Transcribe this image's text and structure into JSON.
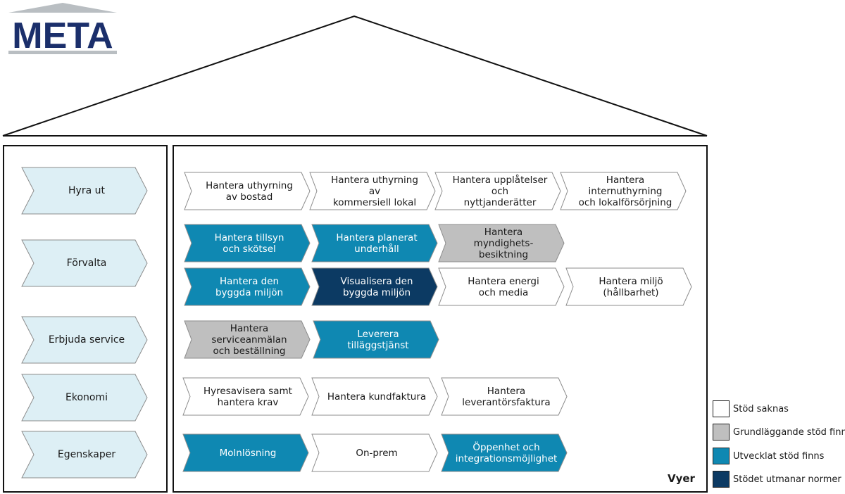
{
  "brand": {
    "logo_text": "META"
  },
  "colors": {
    "none": "#ffffff",
    "basic": "#bfbfbf",
    "developed": "#0f88b2",
    "leading": "#0c3a63",
    "category": "#ddeff5",
    "logo_roof": "#b9bec2",
    "logo_text": "#1b2f6b",
    "stroke": "#8c8c8c"
  },
  "categories": [
    {
      "label": "Hyra ut"
    },
    {
      "label": "Förvalta"
    },
    {
      "label": "Erbjuda service"
    },
    {
      "label": "Ekonomi"
    },
    {
      "label": "Egenskaper"
    }
  ],
  "processes": [
    {
      "label": "Hantera uthyrning\nav bostad",
      "level": "none"
    },
    {
      "label": "Hantera uthyrning av\nkommersiell lokal",
      "level": "none"
    },
    {
      "label": "Hantera upplåtelser och\nnyttjanderätter",
      "level": "none"
    },
    {
      "label": "Hantera internuthyrning\noch lokalförsörjning",
      "level": "none"
    },
    {
      "label": "Hantera tillsyn\noch skötsel",
      "level": "developed"
    },
    {
      "label": "Hantera planerat\nunderhåll",
      "level": "developed"
    },
    {
      "label": "Hantera myndighets-\nbesiktning",
      "level": "basic"
    },
    {
      "label": "Hantera den\nbyggda miljön",
      "level": "developed"
    },
    {
      "label": "Visualisera den\nbyggda miljön",
      "level": "leading"
    },
    {
      "label": "Hantera energi\noch media",
      "level": "none"
    },
    {
      "label": "Hantera miljö\n(hållbarhet)",
      "level": "none"
    },
    {
      "label": "Hantera serviceanmälan\noch beställning",
      "level": "basic"
    },
    {
      "label": "Leverera\ntilläggstjänst",
      "level": "developed"
    },
    {
      "label": "Hyresavisera samt\nhantera krav",
      "level": "none"
    },
    {
      "label": "Hantera kundfaktura",
      "level": "none"
    },
    {
      "label": "Hantera\nleverantörsfaktura",
      "level": "none"
    },
    {
      "label": "Molnlösning",
      "level": "developed"
    },
    {
      "label": "On-prem",
      "level": "none"
    },
    {
      "label": "Öppenhet och\nintegrationsmöjlighet",
      "level": "developed"
    }
  ],
  "views_label": "Vyer",
  "legend": [
    {
      "label": "Stöd saknas",
      "level": "none"
    },
    {
      "label": "Grundläggande stöd finns",
      "level": "basic"
    },
    {
      "label": "Utvecklat stöd finns",
      "level": "developed"
    },
    {
      "label": "Stödet utmanar normer",
      "level": "leading"
    }
  ]
}
